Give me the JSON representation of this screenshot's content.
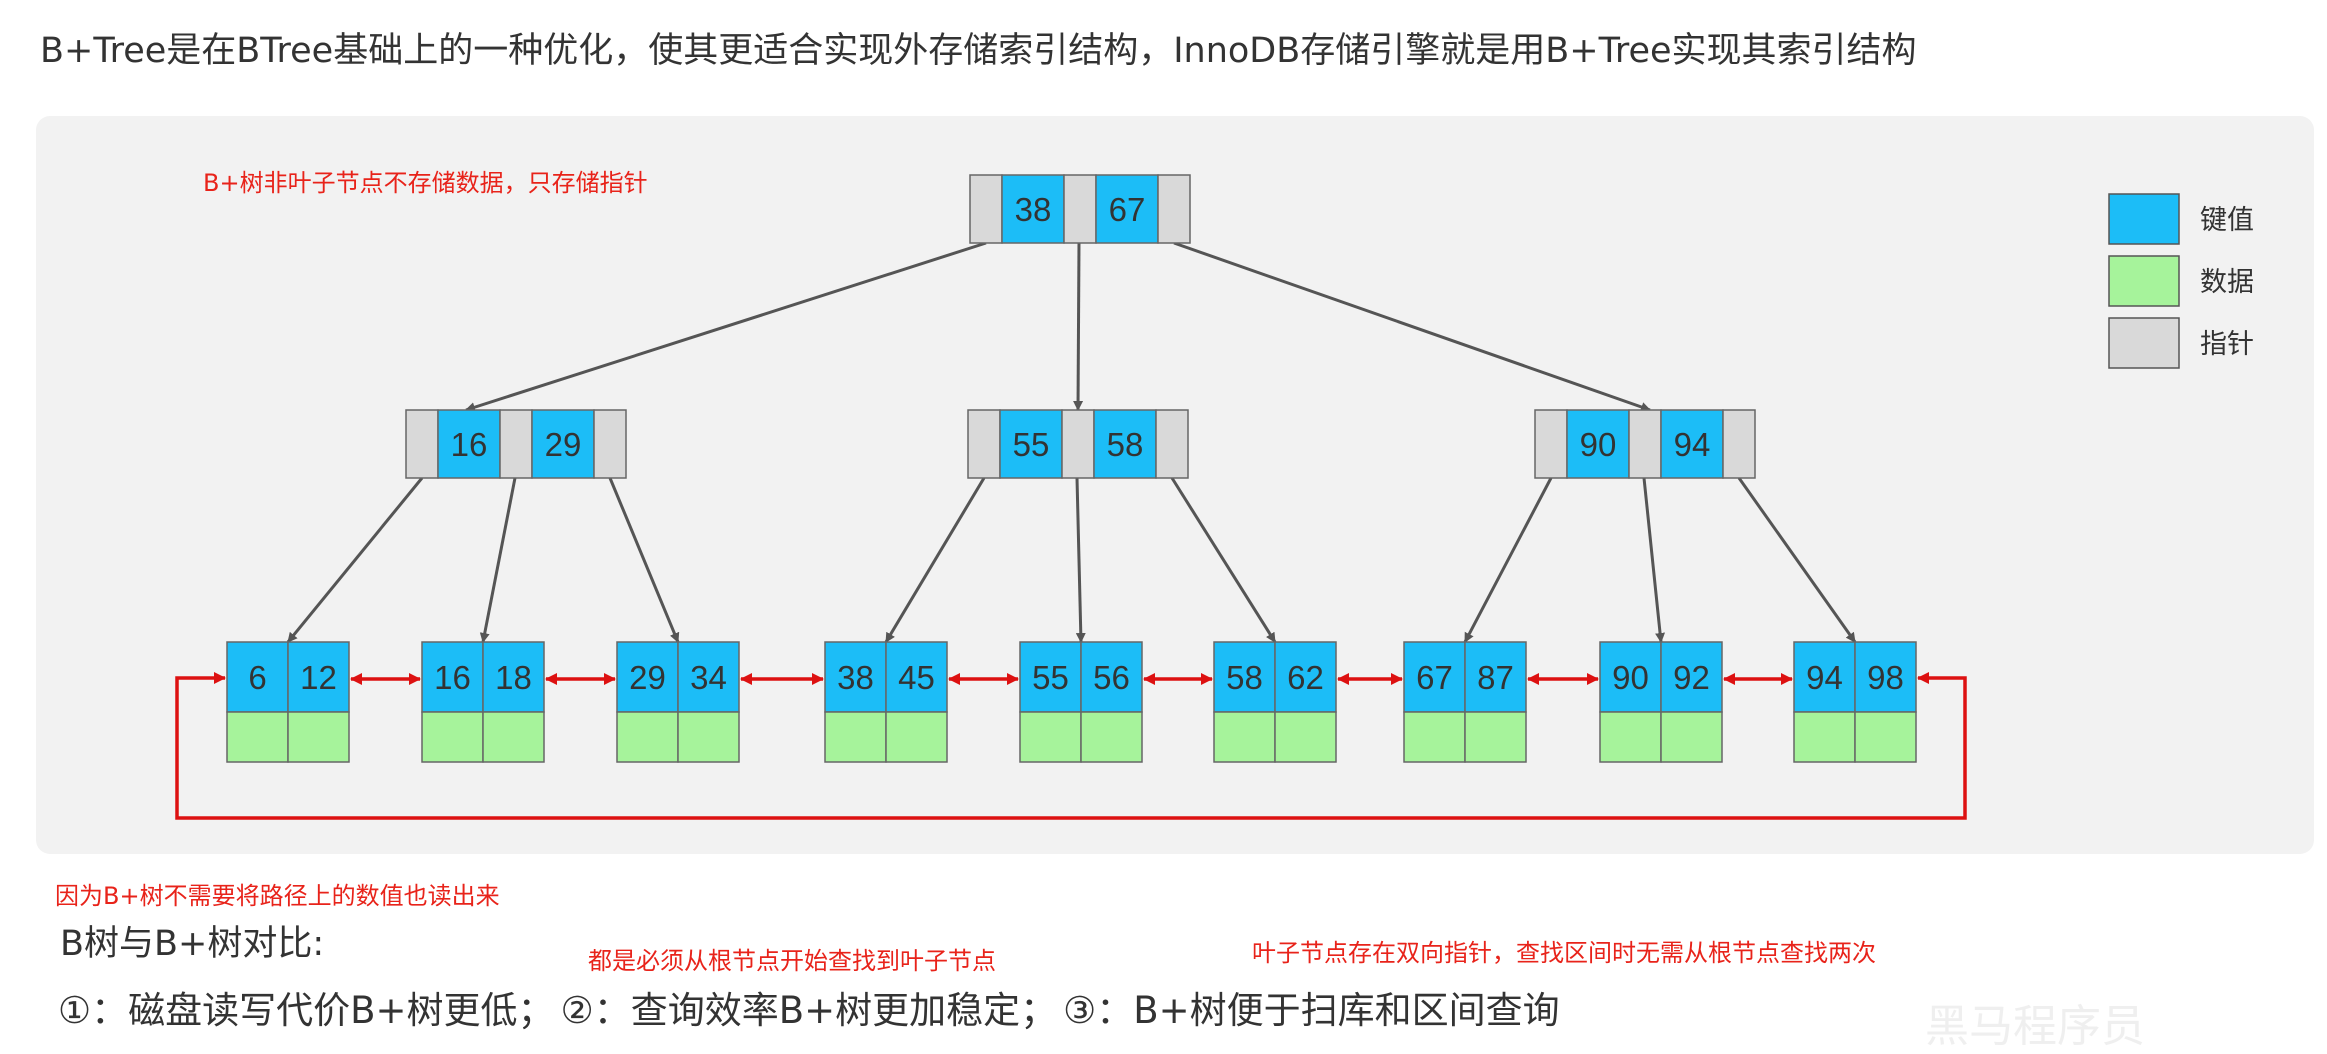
{
  "title": "B+Tree是在BTree基础上的一种优化，使其更适合实现外存储索引结构，InnoDB存储引擎就是用B+Tree实现其索引结构",
  "annotations": {
    "non_leaf_note": "B+树非叶子节点不存储数据，只存储指针",
    "read_note": "因为B+树不需要将路径上的数值也读出来",
    "root_note": "都是必须从根节点开始查找到叶子节点",
    "range_note": "叶子节点存在双向指针，查找区间时无需从根节点查找两次"
  },
  "legend": [
    {
      "label": "键值",
      "color": "#1cbdf7"
    },
    {
      "label": "数据",
      "color": "#a6f39b"
    },
    {
      "label": "指针",
      "color": "#d9d9d9"
    }
  ],
  "tree": {
    "root": {
      "keys": [
        "38",
        "67"
      ]
    },
    "internal": [
      {
        "keys": [
          "16",
          "29"
        ]
      },
      {
        "keys": [
          "55",
          "58"
        ]
      },
      {
        "keys": [
          "90",
          "94"
        ]
      }
    ],
    "leaves": [
      {
        "keys": [
          "6",
          "12"
        ]
      },
      {
        "keys": [
          "16",
          "18"
        ]
      },
      {
        "keys": [
          "29",
          "34"
        ]
      },
      {
        "keys": [
          "38",
          "45"
        ]
      },
      {
        "keys": [
          "55",
          "56"
        ]
      },
      {
        "keys": [
          "58",
          "62"
        ]
      },
      {
        "keys": [
          "67",
          "87"
        ]
      },
      {
        "keys": [
          "90",
          "92"
        ]
      },
      {
        "keys": [
          "94",
          "98"
        ]
      }
    ]
  },
  "comparison": {
    "heading": "B树与B+树对比:",
    "points": [
      "①：磁盘读写代价B+树更低；",
      "②：查询效率B+树更加稳定；",
      "③：B+树便于扫库和区间查询"
    ]
  },
  "colors": {
    "key": "#1cbdf7",
    "data": "#a6f39b",
    "pointer": "#d9d9d9",
    "link": "#dd1111",
    "edge": "#555555",
    "annotation": "#e8231a"
  },
  "watermark": "黑马程序员"
}
